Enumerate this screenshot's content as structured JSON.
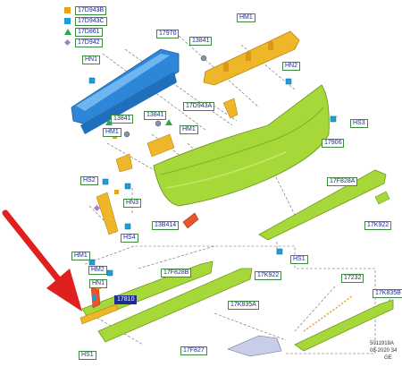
{
  "legend": [
    {
      "symbol": "square",
      "color": "#e8a21b",
      "label": "17D943B"
    },
    {
      "symbol": "square",
      "color": "#1c9fd6",
      "label": "17D943C"
    },
    {
      "symbol": "triangle",
      "color": "#2ba84a",
      "label": "17D861"
    },
    {
      "symbol": "diamond",
      "color": "#b07cc6",
      "label": "17D942"
    }
  ],
  "callouts": {
    "c_17970": "17970",
    "c_hm1_top": "HM1",
    "c_13841_top": "13841",
    "c_hn1_a": "HN1",
    "c_hn2": "HN2",
    "c_17d943a": "17D943A",
    "c_13841_m1": "13841",
    "c_13841_m2": "13841",
    "c_hs3": "HS3",
    "c_hm1_m1": "HM1",
    "c_hm1_m2": "HM1",
    "c_17906": "17906",
    "c_hs2": "HS2",
    "c_17f828a": "17F828A",
    "c_hn3": "HN3",
    "c_13b414": "13B414",
    "c_17k922_r": "17K922",
    "c_hs4": "HS4",
    "c_hs1_a": "HS1",
    "c_hm1_l": "HM1",
    "c_17f828b": "17F828B",
    "c_17k922_c": "17K922",
    "c_hm2": "HM2",
    "c_hn1_b": "HN1",
    "c_17232": "17232",
    "c_17k835b": "17K835B",
    "c_17k835a": "17K835A",
    "c_hs1_b": "HS1",
    "c_17f827": "17F827",
    "c_selected": "17810"
  },
  "footer": {
    "line1": "5011918A",
    "line2": "08-2020 34",
    "line3": "GE"
  },
  "colors": {
    "bumper_green": "#a6d83a",
    "blue_part": "#2e86d8",
    "yellow_part": "#f0b629",
    "orange_part": "#e6552b",
    "arrow_red": "#e0201e",
    "callout_text": "#1d2e8f"
  },
  "icons": {
    "arrow": "red-pointer-arrow"
  }
}
